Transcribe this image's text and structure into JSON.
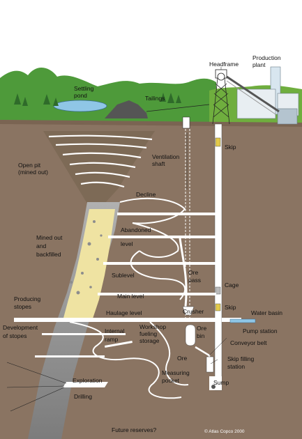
{
  "labels": {
    "headframe": "Headframe",
    "production_plant_1": "Production",
    "production_plant_2": "plant",
    "settling_pond_1": "Settling",
    "settling_pond_2": "pond",
    "tailings": "Tailings",
    "skip_upper": "Skip",
    "ventilation_1": "Ventilation",
    "ventilation_2": "shaft",
    "open_pit_1": "Open pit",
    "open_pit_2": "(mined out)",
    "decline": "Decline",
    "abandoned_1": "Abandoned",
    "abandoned_2": "level",
    "mined_out_1": "Mined out",
    "mined_out_2": "and",
    "mined_out_3": "backfilled",
    "sublevel": "Sublevel",
    "ore_pass_1": "Ore",
    "ore_pass_2": "pass",
    "cage": "Cage",
    "main_level": "Main level",
    "producing_1": "Producing",
    "producing_2": "stopes",
    "skip_lower": "Skip",
    "haulage_level": "Haulage level",
    "crusher": "Crusher",
    "water_basin": "Water basin",
    "development_1": "Development",
    "development_2": "of stopes",
    "internal_ramp_1": "Internal",
    "internal_ramp_2": "ramp",
    "workshop_1": "Workshop",
    "workshop_2": "fueling",
    "workshop_3": "storage",
    "ore_bin_1": "Ore",
    "ore_bin_2": "bin",
    "pump_station": "Pump station",
    "conveyor_belt": "Conveyor belt",
    "ore": "Ore",
    "skip_filling_1": "Skip filling",
    "skip_filling_2": "station",
    "measuring_1": "Measuring",
    "measuring_2": "pocket",
    "exploration": "Exploration",
    "sump": "Sump",
    "drilling": "Drilling",
    "future_reserves": "Future reserves?",
    "copyright": "© Atlas Copco 2000"
  },
  "colors": {
    "rock": "#8a7462",
    "surface_grass": "#6fae3e",
    "hills": "#4e9a3a",
    "sky": "#ffffff",
    "tunnel": "#ffffff",
    "ore_body": "#8d8d8d",
    "backfill": "#efe3a2",
    "water": "#8fc6e6"
  }
}
